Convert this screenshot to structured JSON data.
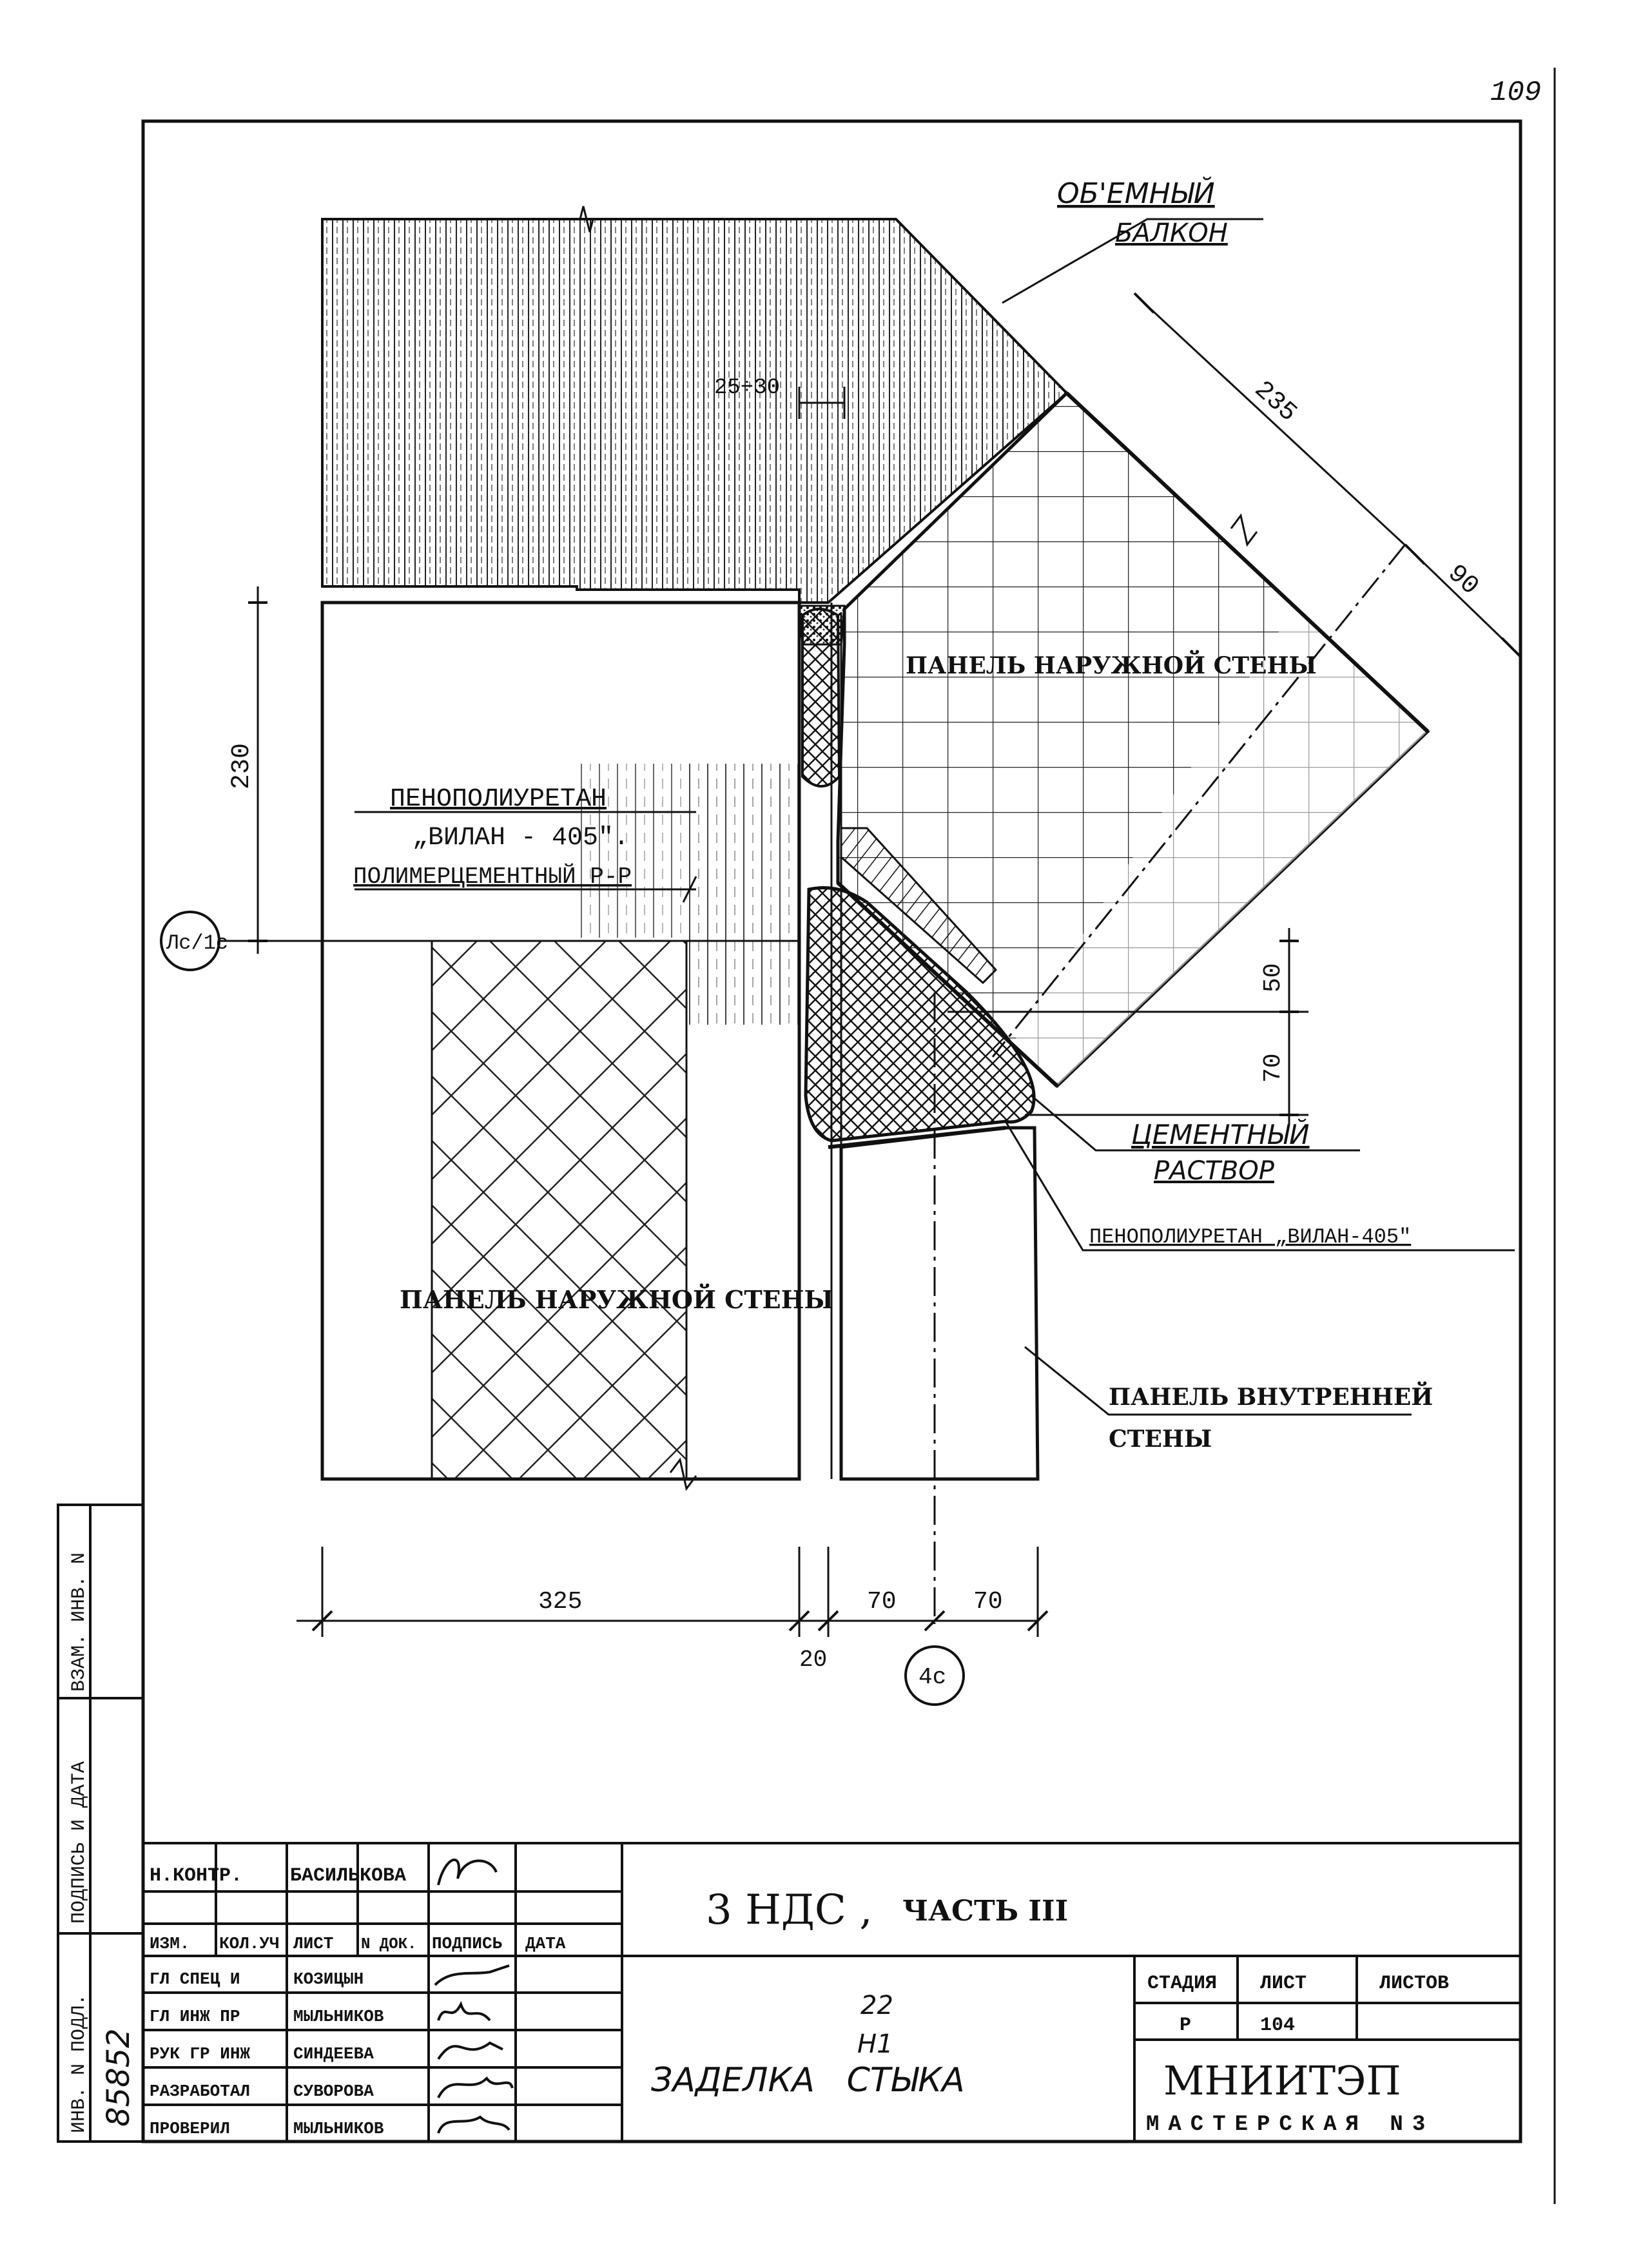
{
  "page_number": "109",
  "labels": {
    "balcony": [
      "ОБ'ЕМНЫЙ",
      "БАЛКОН"
    ],
    "panel_outer_right": "ПАНЕЛЬ НАРУЖНОЙ СТЕНЫ",
    "panel_outer_left": "ПАНЕЛЬ НАРУЖНОЙ СТЕНЫ",
    "foam_top": [
      "ПЕНОПОЛИУРЕТАН",
      "„ВИЛАН - 405\"."
    ],
    "polymer_mortar": "ПОЛИМЕРЦЕМЕНТНЫЙ Р-Р",
    "cement_mortar": [
      "ЦЕМЕНТНЫЙ",
      "РАСТВОР"
    ],
    "foam_bottom": "ПЕНОПОЛИУРЕТАН „ВИЛАН-405\"",
    "panel_inner": [
      "ПАНЕЛЬ ВНУТРЕННЕЙ",
      "СТЕНЫ"
    ]
  },
  "dimensions": {
    "gap_top": "25÷30",
    "d235": "235",
    "d90": "90",
    "d230": "230",
    "d50": "50",
    "d70_right": "70",
    "d325": "325",
    "d20": "20",
    "d70_a": "70",
    "d70_b": "70"
  },
  "axes": {
    "left": "Лс/1с",
    "bottom": "4с"
  },
  "side_stamp": {
    "cells": [
      "ВЗАМ. ИНВ. N",
      "ПОДПИСЬ И ДАТА",
      "ИНВ. N ПОДЛ."
    ],
    "inv_number": "85852"
  },
  "title_block": {
    "top_row": {
      "role": "Н.КОНТР.",
      "name": "БАСИЛЬКОВА"
    },
    "header": [
      "ИЗМ.",
      "КОЛ.УЧ",
      "ЛИСТ",
      "N ДОК.",
      "ПОДПИСЬ",
      "ДАТА"
    ],
    "rows": [
      {
        "role": "ГЛ СПЕЦ И",
        "name": "КОЗИЦЫН"
      },
      {
        "role": "ГЛ ИНЖ ПР",
        "name": "МЫЛЬНИКОВ"
      },
      {
        "role": "РУК ГР ИНЖ",
        "name": "СИНДЕЕВА"
      },
      {
        "role": "РАЗРАБОТАЛ",
        "name": "СУВОРОВА"
      },
      {
        "role": "ПРОВЕРИЛ",
        "name": "МЫЛЬНИКОВ"
      }
    ],
    "project": "3 НДС ,",
    "project_part": "ЧАСТЬ III",
    "detail_ref_top": "22",
    "detail_ref_bottom": "Н1",
    "drawing_title": "ЗАДЕЛКА   СТЫКА",
    "stage_head": [
      "СТАДИЯ",
      "ЛИСТ",
      "ЛИСТОВ"
    ],
    "stage": "Р",
    "sheet_no": "104",
    "sheets_total": "",
    "org": "МНИИТЭП",
    "workshop": "МАСТЕРСКАЯ N3"
  }
}
